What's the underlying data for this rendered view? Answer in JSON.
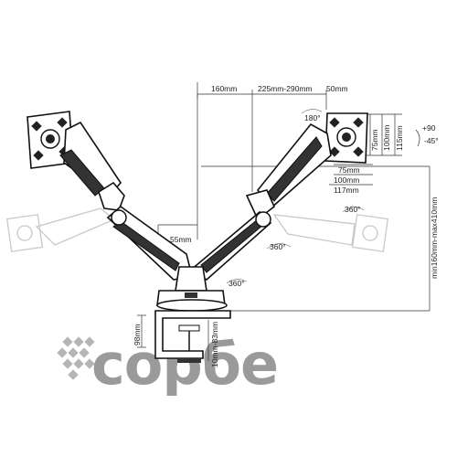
{
  "dimensions": {
    "d160": "160mm",
    "d225_290": "225mm-290mm",
    "d50": "50mm",
    "d55": "55mm",
    "d75h": "75mm",
    "d100h": "100mm",
    "d115h": "115mm",
    "d75w": "75mm",
    "d100w": "100mm",
    "d117w": "117mm",
    "tilt_up": "+90",
    "tilt_down": "-45°",
    "height_range": "min160mm-max410mm",
    "clamp_height": "98mm",
    "desk_thickness": "10mm-83mm"
  },
  "rotations": {
    "r180": "180°",
    "r360_a": "360°",
    "r360_b": "360°",
    "r360_c": "360°"
  },
  "brand": {
    "name": "сорбе"
  }
}
